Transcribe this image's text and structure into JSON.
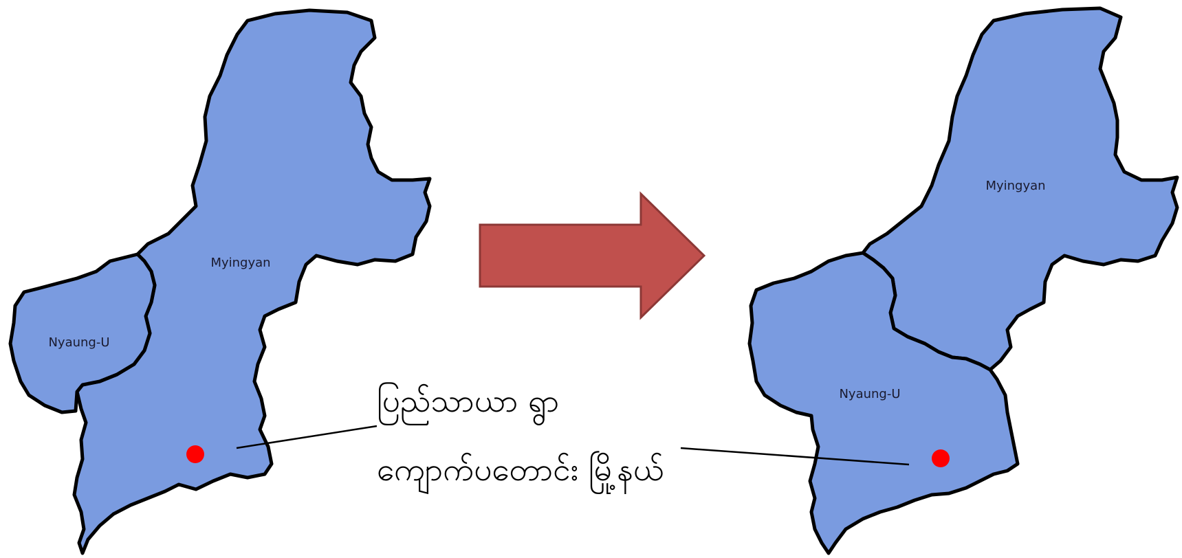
{
  "before_map": {
    "labels": {
      "myingyan": "Myingyan",
      "nyaung_u": "Nyaung-U"
    }
  },
  "after_map": {
    "labels": {
      "myingyan": "Myingyan",
      "nyaung_u": "Nyaung-U"
    }
  },
  "arrow": {
    "color": "#c0504d",
    "direction": "right"
  },
  "captions": {
    "line1": "ပြည်သာယာ ရွာ",
    "line2": "ကျောက်ပတောင်း မြို့နယ်"
  },
  "colors": {
    "region_fill": "#7a9be0",
    "marker": "#ff0000"
  }
}
